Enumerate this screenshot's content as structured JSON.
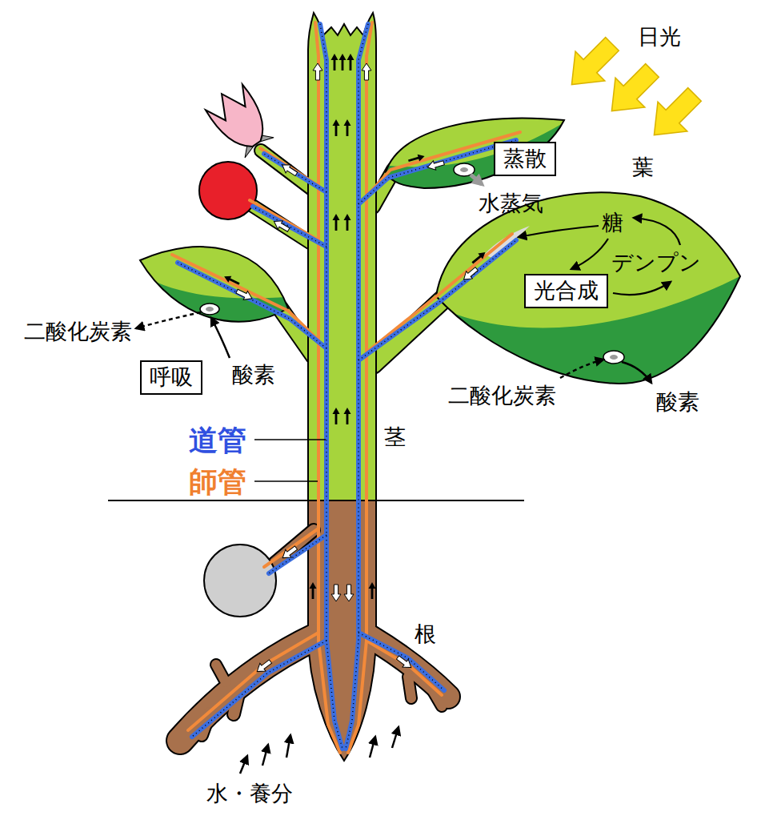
{
  "diagram": {
    "nodes": [
      {
        "text": [
          "蒸散"
        ]
      },
      {
        "text": [
          "光合成"
        ]
      },
      {
        "text": [
          "呼吸"
        ]
      }
    ],
    "labels": [
      "日光",
      "葉",
      "水蒸気",
      "糖",
      "デンプン",
      "二酸化炭素",
      "酸素",
      "二酸化炭素",
      "酸素",
      "道管",
      "茎",
      "師管",
      "根",
      "水・養分"
    ]
  }
}
